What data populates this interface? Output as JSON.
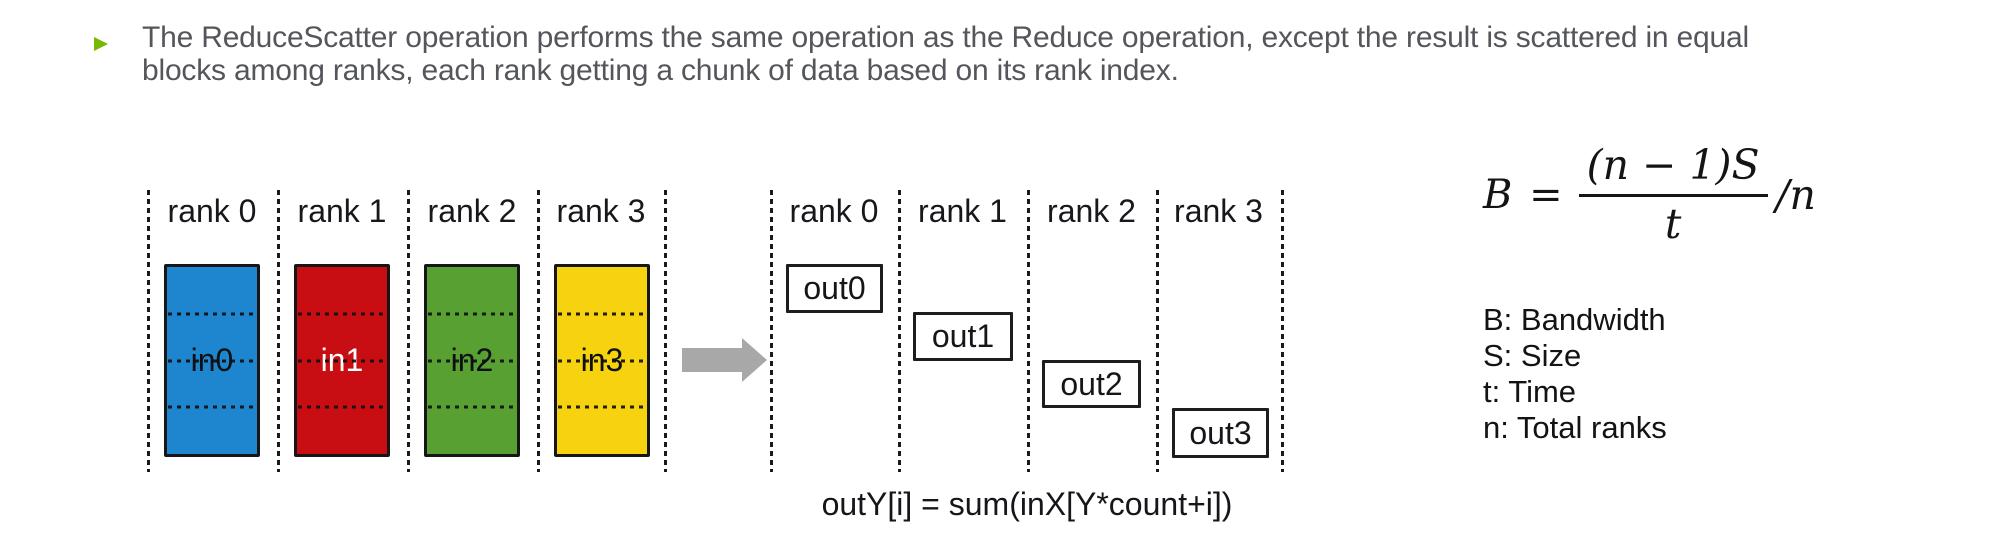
{
  "bullet": {
    "icon": "green-triangle-right",
    "lines": [
      "The ReduceScatter operation performs the same operation as the Reduce operation, except the result is scattered in equal",
      "blocks among ranks, each rank getting a chunk of data based on its rank index."
    ]
  },
  "input_panel": {
    "ranks": [
      "rank 0",
      "rank 1",
      "rank 2",
      "rank 3"
    ],
    "blocks": [
      {
        "label": "in0",
        "color": "#1e86ce",
        "text_color": "#0e1013"
      },
      {
        "label": "in1",
        "color": "#c90e13",
        "text_color": "#ffffff"
      },
      {
        "label": "in2",
        "color": "#58a032",
        "text_color": "#0e1013"
      },
      {
        "label": "in3",
        "color": "#f6d30e",
        "text_color": "#0e1013"
      }
    ]
  },
  "output_panel": {
    "ranks": [
      "rank 0",
      "rank 1",
      "rank 2",
      "rank 3"
    ],
    "boxes": [
      {
        "label": "out0"
      },
      {
        "label": "out1"
      },
      {
        "label": "out2"
      },
      {
        "label": "out3"
      }
    ]
  },
  "arrow": {
    "color": "#a8a8a8",
    "direction": "right"
  },
  "bottom_formula": "outY[i] = sum(inX[Y*count+i])",
  "bandwidth_formula": {
    "lhs": "B =",
    "numerator": "(n − 1)S",
    "denominator": "t",
    "suffix": "/n"
  },
  "legend": {
    "items": [
      "B: Bandwidth",
      "S: Size",
      "t: Time",
      "n: Total ranks"
    ]
  },
  "colors": {
    "background": "#ffffff",
    "bullet_green": "#76b900",
    "body_text": "#54565b",
    "diagram_ink": "#161616"
  }
}
